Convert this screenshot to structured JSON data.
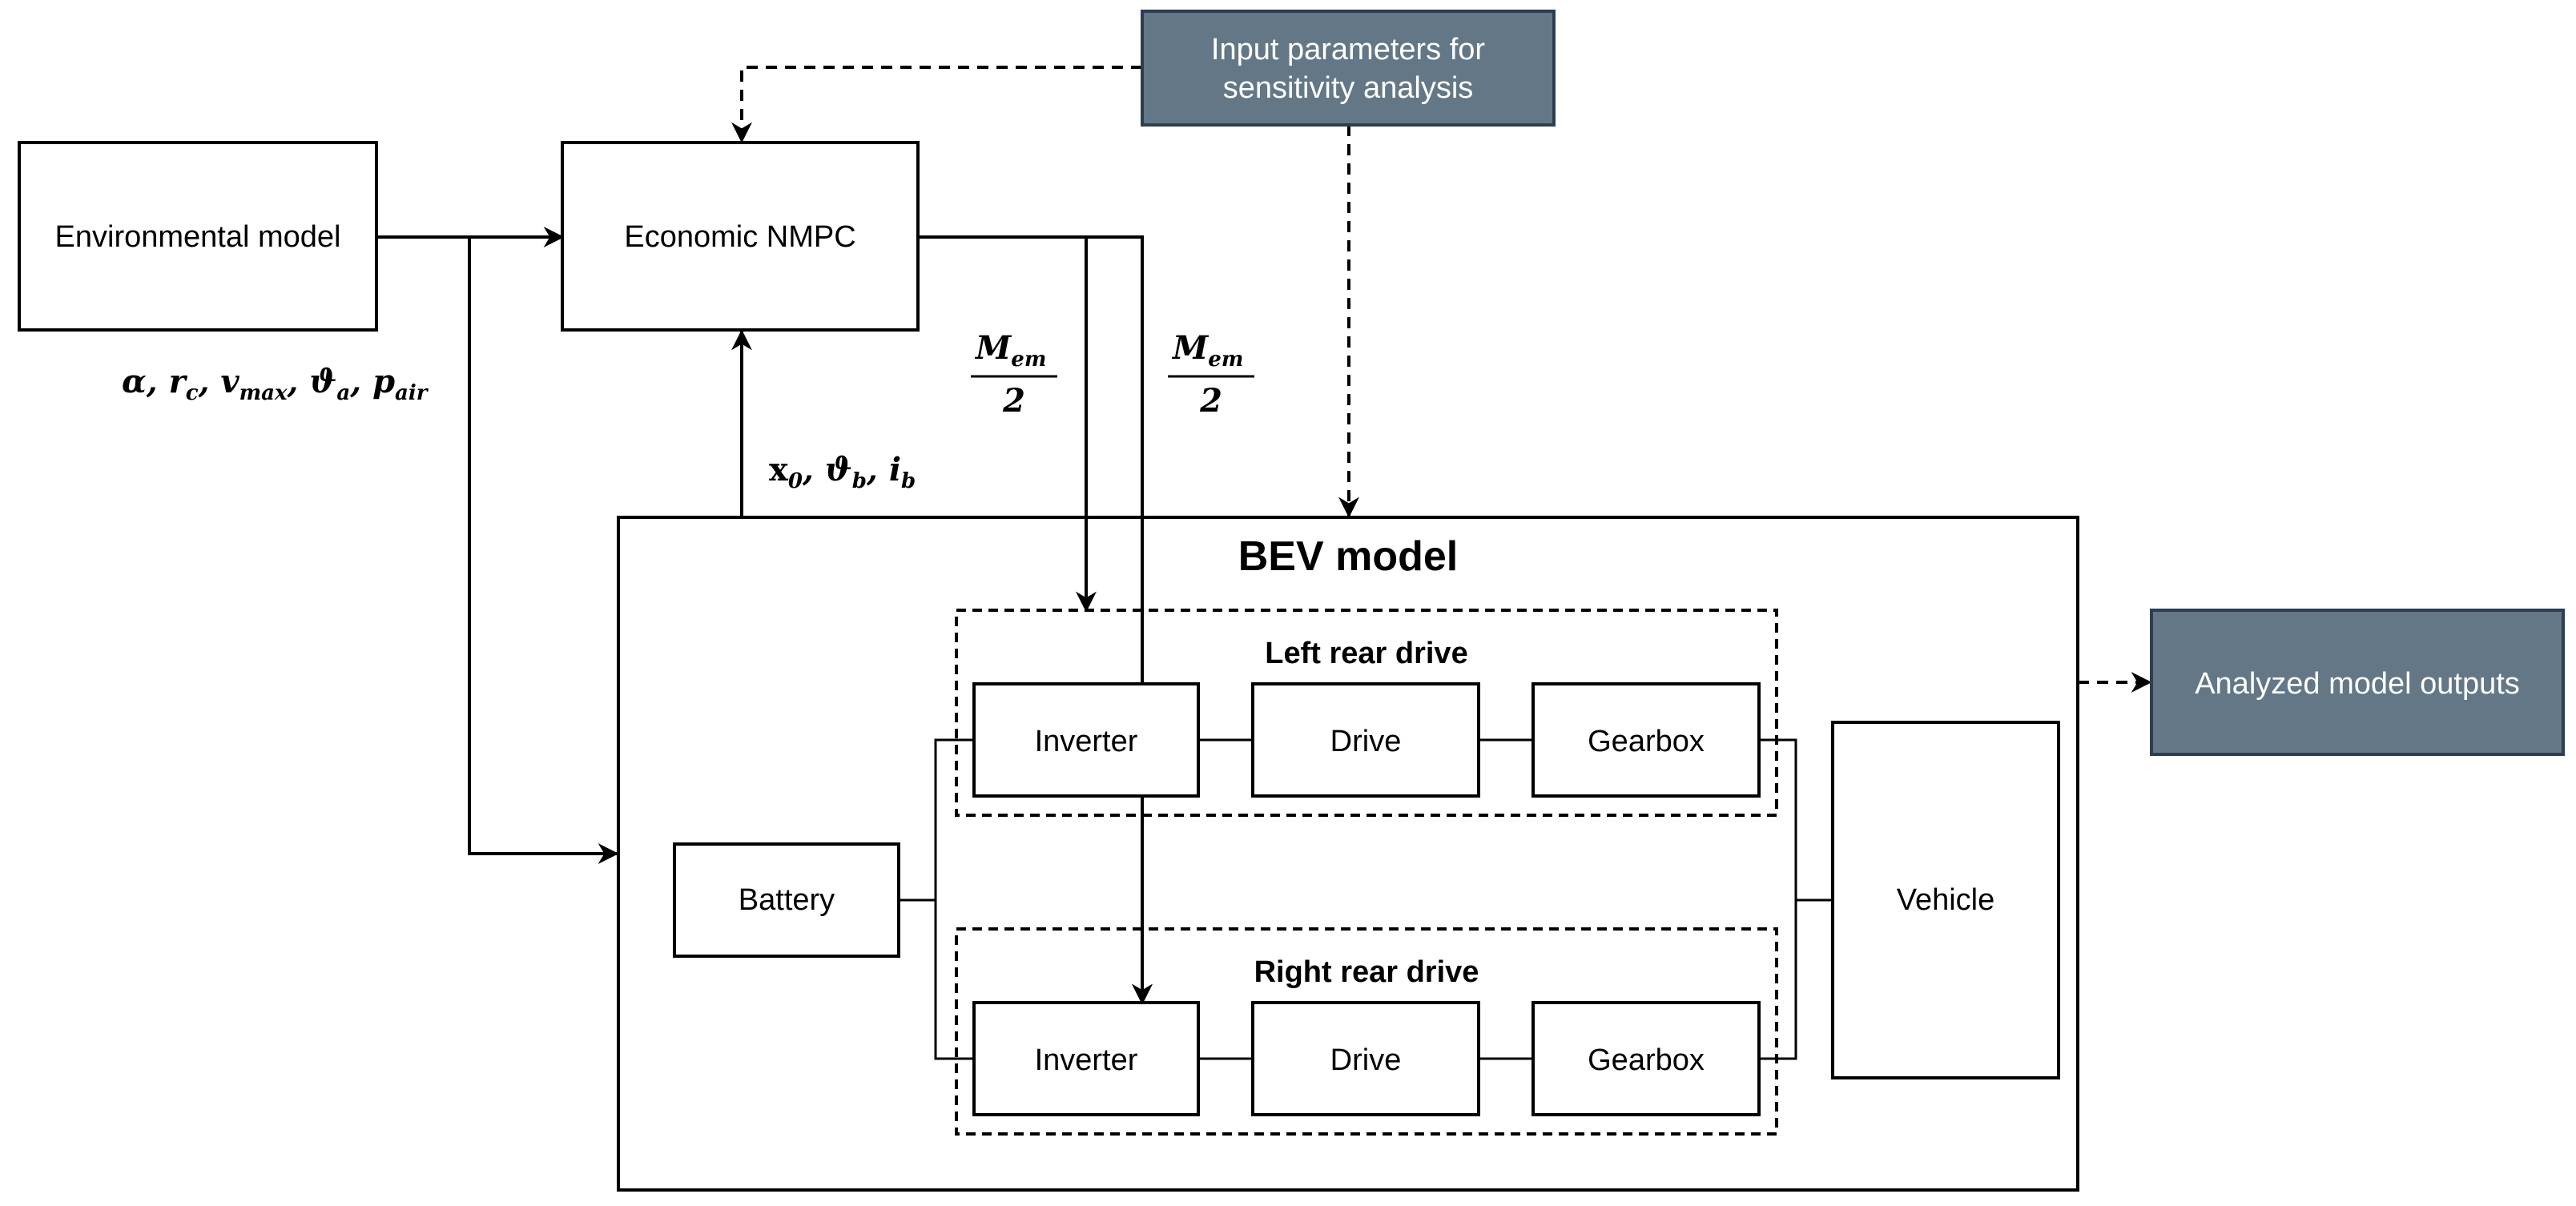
{
  "input_params": {
    "line1": "Input parameters for",
    "line2": "sensitivity analysis"
  },
  "environmental_model": {
    "label": "Environmental model"
  },
  "economic_nmpc": {
    "label": "Economic NMPC"
  },
  "env_signals": {
    "alpha": "α",
    "r": "r",
    "r_sub": "c",
    "v": "v",
    "v_sub": "max",
    "theta": "ϑ",
    "theta_sub": "a",
    "p": "p",
    "p_sub": "air"
  },
  "state_signals": {
    "x": "x",
    "x_sub": "0",
    "theta": "ϑ",
    "theta_sub": "b",
    "i": "i",
    "i_sub": "b"
  },
  "torque_left": {
    "num": "M",
    "num_sub": "em",
    "den": "2"
  },
  "torque_right": {
    "num": "M",
    "num_sub": "em",
    "den": "2"
  },
  "bev_model": {
    "title": "BEV model"
  },
  "left_rear_drive": {
    "title": "Left rear drive",
    "inverter": "Inverter",
    "drive": "Drive",
    "gearbox": "Gearbox"
  },
  "right_rear_drive": {
    "title": "Right rear drive",
    "inverter": "Inverter",
    "drive": "Drive",
    "gearbox": "Gearbox"
  },
  "battery": {
    "label": "Battery"
  },
  "vehicle": {
    "label": "Vehicle"
  },
  "outputs": {
    "label": "Analyzed model outputs"
  },
  "colors": {
    "dark_box_fill": "#637786",
    "dark_box_stroke": "#2c3e50",
    "line": "#000000"
  }
}
